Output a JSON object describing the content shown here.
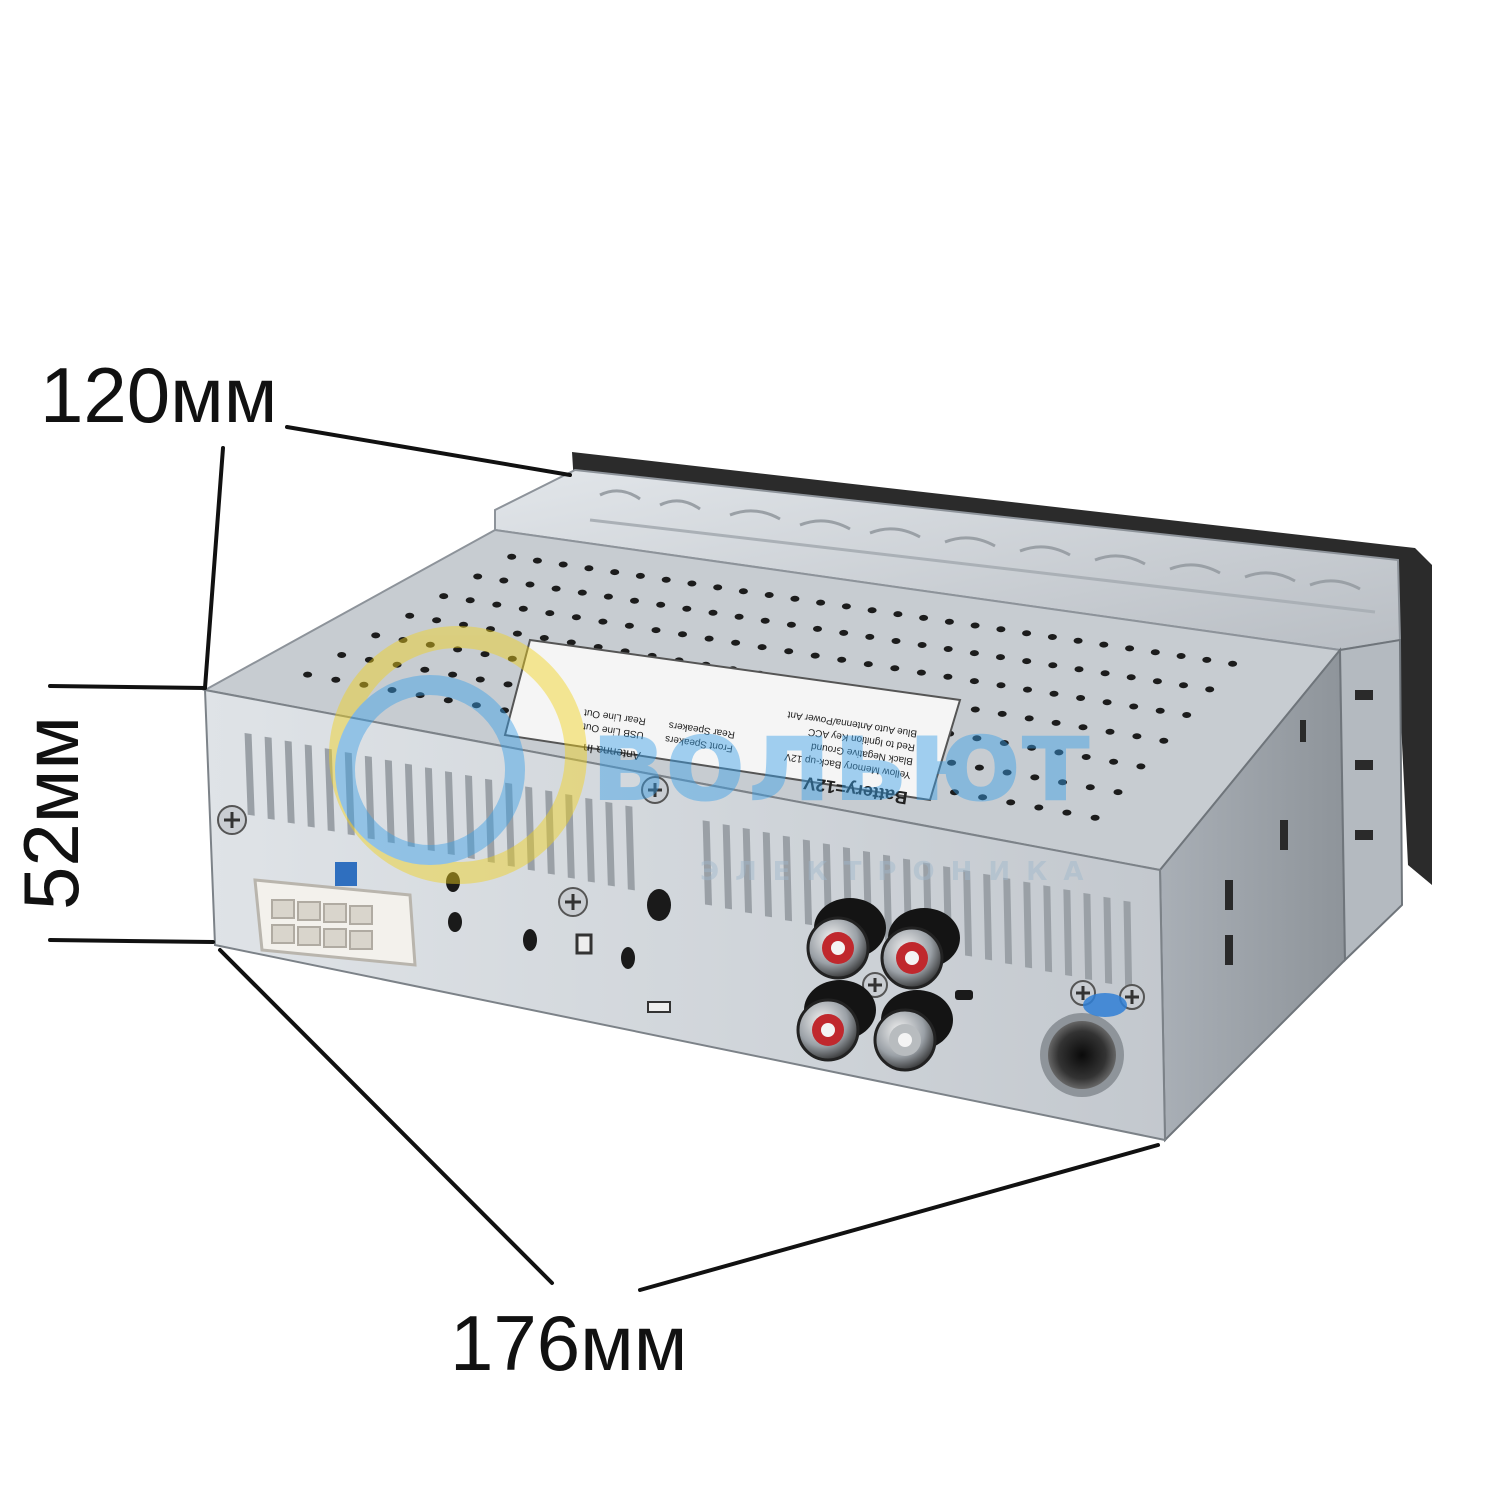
{
  "dimensions": {
    "depth": "120мм",
    "height": "52мм",
    "width": "176мм"
  },
  "product_label": {
    "battery": "Battery=12V",
    "lines": [
      "Yellow Memory Back-up 12V",
      "Black Negative Ground",
      "Red to Ignition Key ACC",
      "Blue Auto Antenna/Power Ant",
      "Front Speakers",
      "Rear Speakers",
      "Antenna In",
      "USB Line Out",
      "Rear Line Out"
    ]
  },
  "watermark": {
    "brand": "вольют",
    "tagline": "ЭЛЕКТРОНИКА"
  },
  "colors": {
    "line": "#111111",
    "metal_light": "#d4d8dc",
    "metal_mid": "#b9bec4",
    "metal_dark": "#8e949a",
    "rca_red": "#c0282d",
    "watermark_blue": "#3aa0e8",
    "watermark_yellow": "#f2d21c"
  }
}
